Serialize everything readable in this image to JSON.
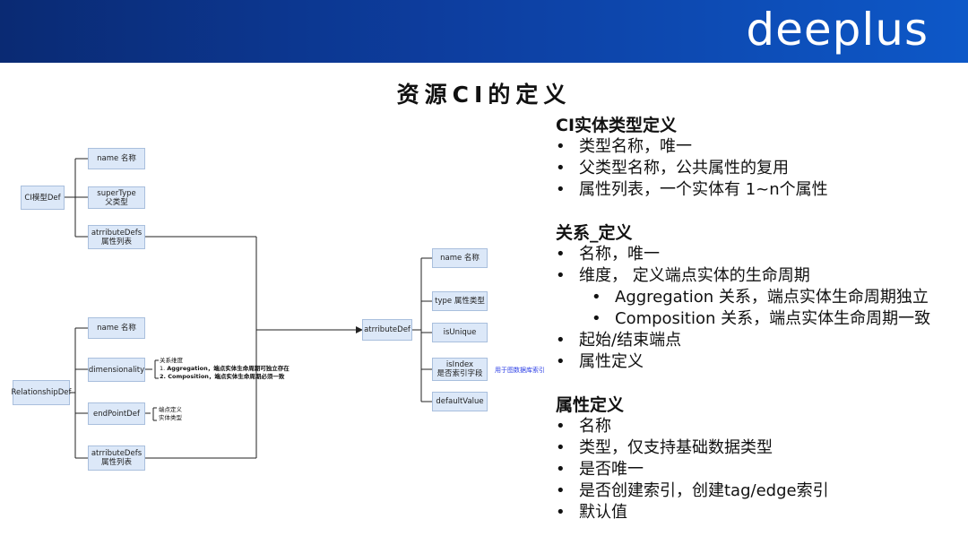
{
  "header": {
    "logo": "deeplus"
  },
  "slide": {
    "title": "资源CI的定义"
  },
  "diagram": {
    "ci_model": "CI模型Def",
    "ci_name": "name 名称",
    "ci_supertype": [
      "superType",
      "父类型"
    ],
    "ci_attrdefs": [
      "atrributeDefs",
      "属性列表"
    ],
    "relationship": "RelationshipDef",
    "rel_name": "name 名称",
    "rel_dimensionality": "dimensionality",
    "rel_endpoint": "endPointDef",
    "rel_attrdefs": [
      "atrributeDefs",
      "属性列表"
    ],
    "dim_note": {
      "title": "关系维度",
      "line1_prefix": "1. ",
      "line1_bold": "Aggregation",
      "line1_rest": "，端点实体生命周期可独立存在",
      "line2_prefix": "2. ",
      "line2_bold": "Composition",
      "line2_rest": "，端点实体生命周期必须一致"
    },
    "endpoint_note": [
      "端点定义",
      "实体类型"
    ],
    "attr_def": "atrributeDef",
    "attr_name": "name 名称",
    "attr_type": "type 属性类型",
    "attr_unique": "isUnique",
    "attr_index": [
      "isIndex",
      "是否索引字段"
    ],
    "attr_default": "defaultValue",
    "index_note": "用于图数据库索引"
  },
  "panel": {
    "ci_section": {
      "title": "CI实体类型定义",
      "items": [
        "类型名称，唯一",
        "父类型名称，公共属性的复用",
        "属性列表，一个实体有 1~n个属性"
      ]
    },
    "rel_section": {
      "title": "关系_定义",
      "item1": "名称，唯一",
      "item2": "维度， 定义端点实体的生命周期",
      "sub1": "Aggregation 关系，端点实体生命周期独立",
      "sub2": "Composition 关系，端点实体生命周期一致",
      "item3": "起始/结束端点",
      "item4": "属性定义"
    },
    "attr_section": {
      "title": "属性定义",
      "items": [
        "名称",
        "类型，仅支持基础数据类型",
        "是否唯一",
        "是否创建索引，创建tag/edge索引",
        "默认值"
      ]
    }
  }
}
